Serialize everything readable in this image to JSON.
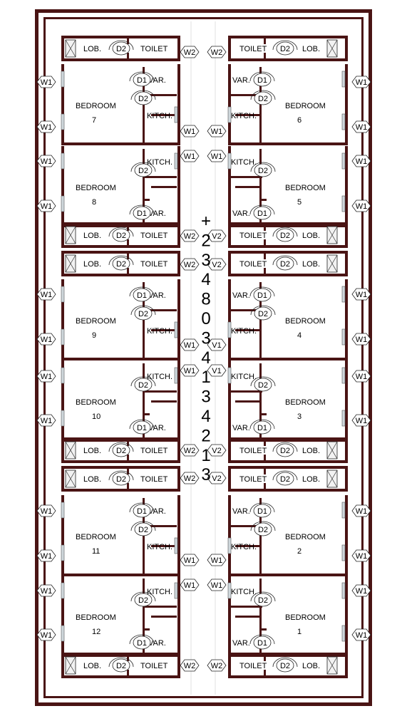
{
  "labels": {
    "bedroom": "BEDROOM",
    "lobby": "LOB.",
    "toilet": "TOILET",
    "kitchen": "KITCH.",
    "vanity": "VAR.",
    "door1": "D1",
    "door2": "D2",
    "window1": "W1",
    "window2": "W2",
    "window2_clipped": "V2",
    "window1_clipped": "V1"
  },
  "rooms": {
    "left": [
      "7",
      "8",
      "9",
      "10",
      "11",
      "12"
    ],
    "right": [
      "6",
      "5",
      "4",
      "3",
      "2",
      "1"
    ]
  },
  "phone_digits": [
    "+",
    "2",
    "3",
    "4",
    "8",
    "0",
    "3",
    "4",
    "1",
    "3",
    "4",
    "2",
    "1",
    "3"
  ],
  "colors": {
    "wall": "#4a1414",
    "window": "#cfd8dc",
    "background": "#ffffff"
  }
}
